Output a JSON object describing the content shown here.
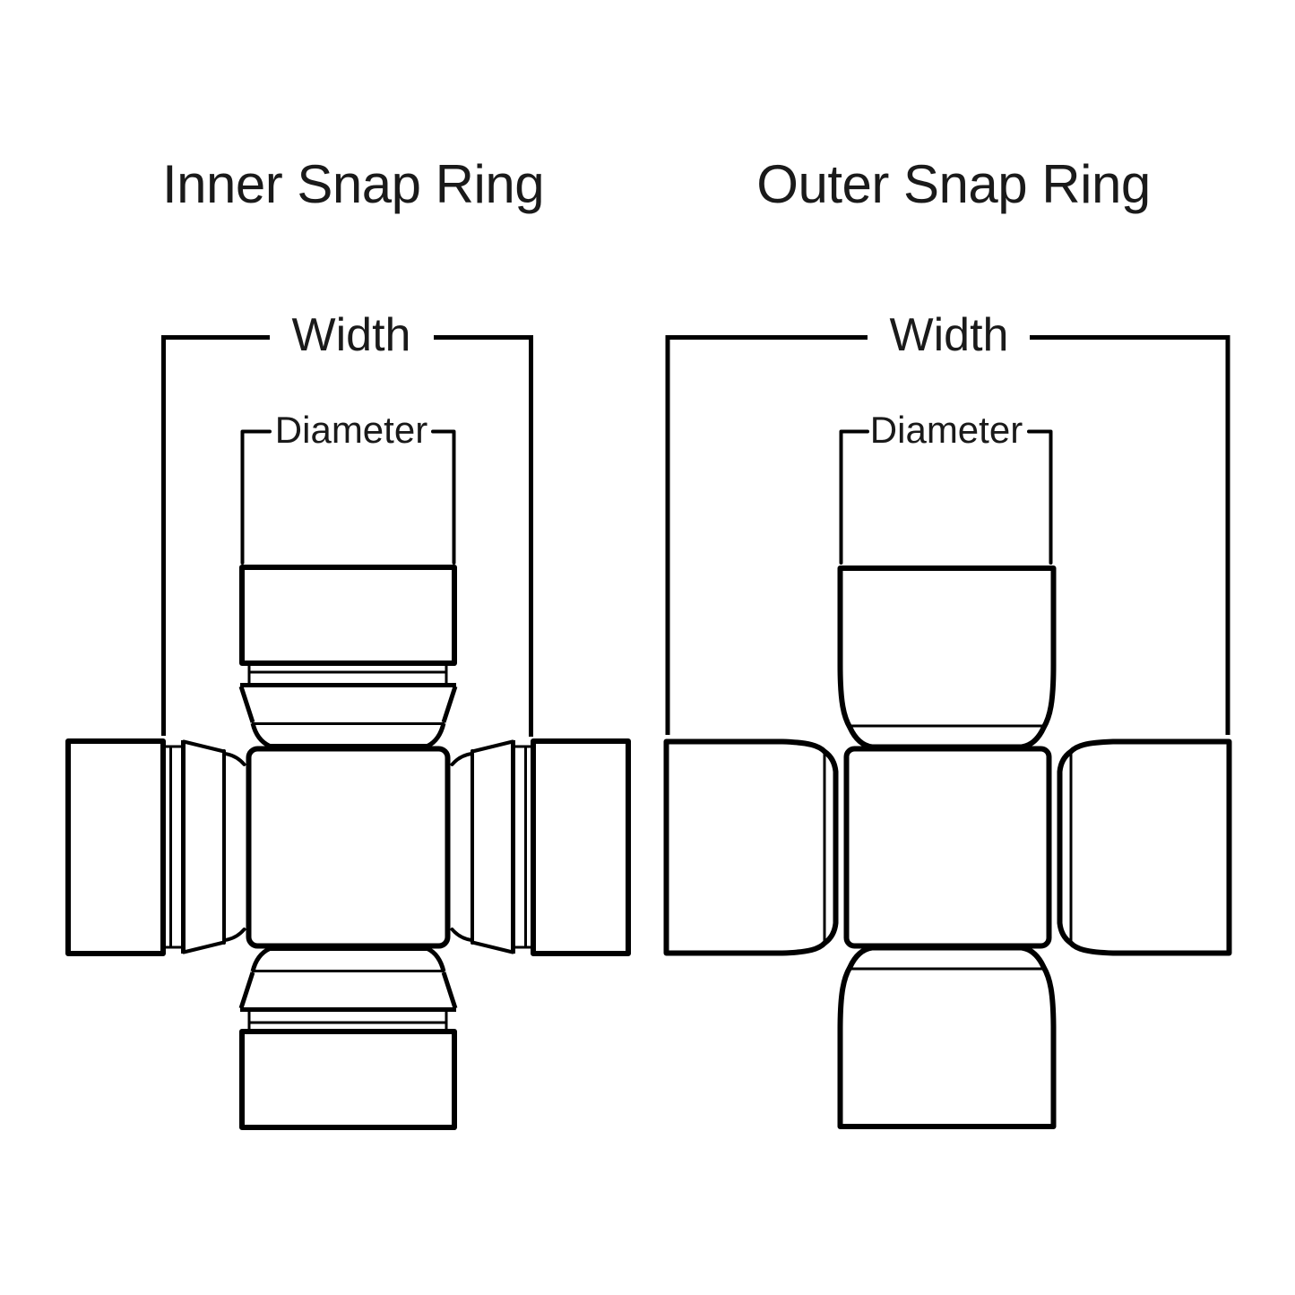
{
  "colors": {
    "line": "#000000",
    "text": "#1a1a1a",
    "background": "#ffffff"
  },
  "diagrams": {
    "inner": {
      "title": "Inner Snap Ring",
      "width_label": "Width",
      "diameter_label": "Diameter"
    },
    "outer": {
      "title": "Outer Snap Ring",
      "width_label": "Width",
      "diameter_label": "Diameter"
    }
  }
}
